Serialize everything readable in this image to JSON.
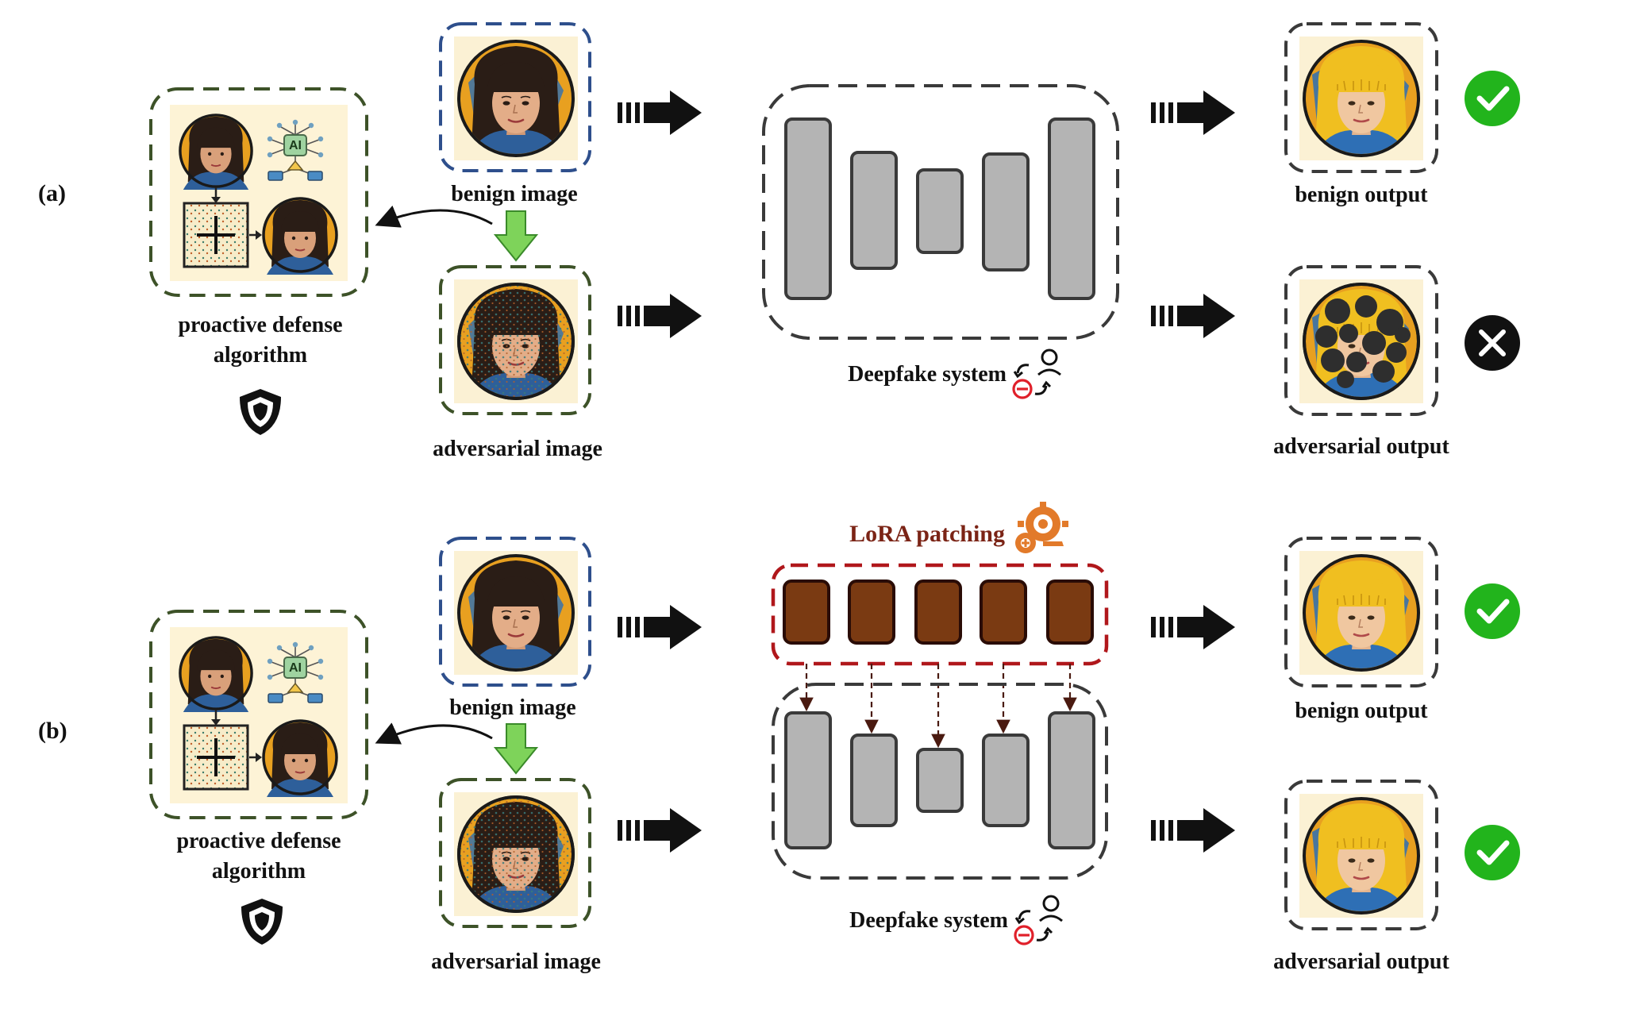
{
  "panels": {
    "a": {
      "label": "(a)",
      "defense_label_line1": "proactive defense",
      "defense_label_line2": "algorithm",
      "benign_image_label": "benign image",
      "adversarial_image_label": "adversarial image",
      "system_label": "Deepfake system",
      "benign_output_label": "benign output",
      "adversarial_output_label": "adversarial output",
      "benign_output_status": "success",
      "adversarial_output_status": "failure"
    },
    "b": {
      "label": "(b)",
      "defense_label_line1": "proactive defense",
      "defense_label_line2": "algorithm",
      "benign_image_label": "benign image",
      "adversarial_image_label": "adversarial image",
      "patch_label": "LoRA patching",
      "system_label": "Deepfake system",
      "benign_output_label": "benign output",
      "adversarial_output_label": "adversarial output",
      "benign_output_status": "success",
      "adversarial_output_status": "success"
    }
  },
  "icon_text": {
    "ai_chip": "AI"
  },
  "colors": {
    "benign_border": "#2e4f8c",
    "adversarial_border": "#3d5228",
    "defense_border": "#3d5228",
    "system_border": "#3a3a3a",
    "lora_border": "#b0171b",
    "lora_block": "#7a3a12",
    "lora_text": "#7b2416",
    "layer_fill": "#b4b4b4",
    "check_green": "#22b41c",
    "fail_black": "#111111",
    "green_arrow": "#7ed35a"
  }
}
